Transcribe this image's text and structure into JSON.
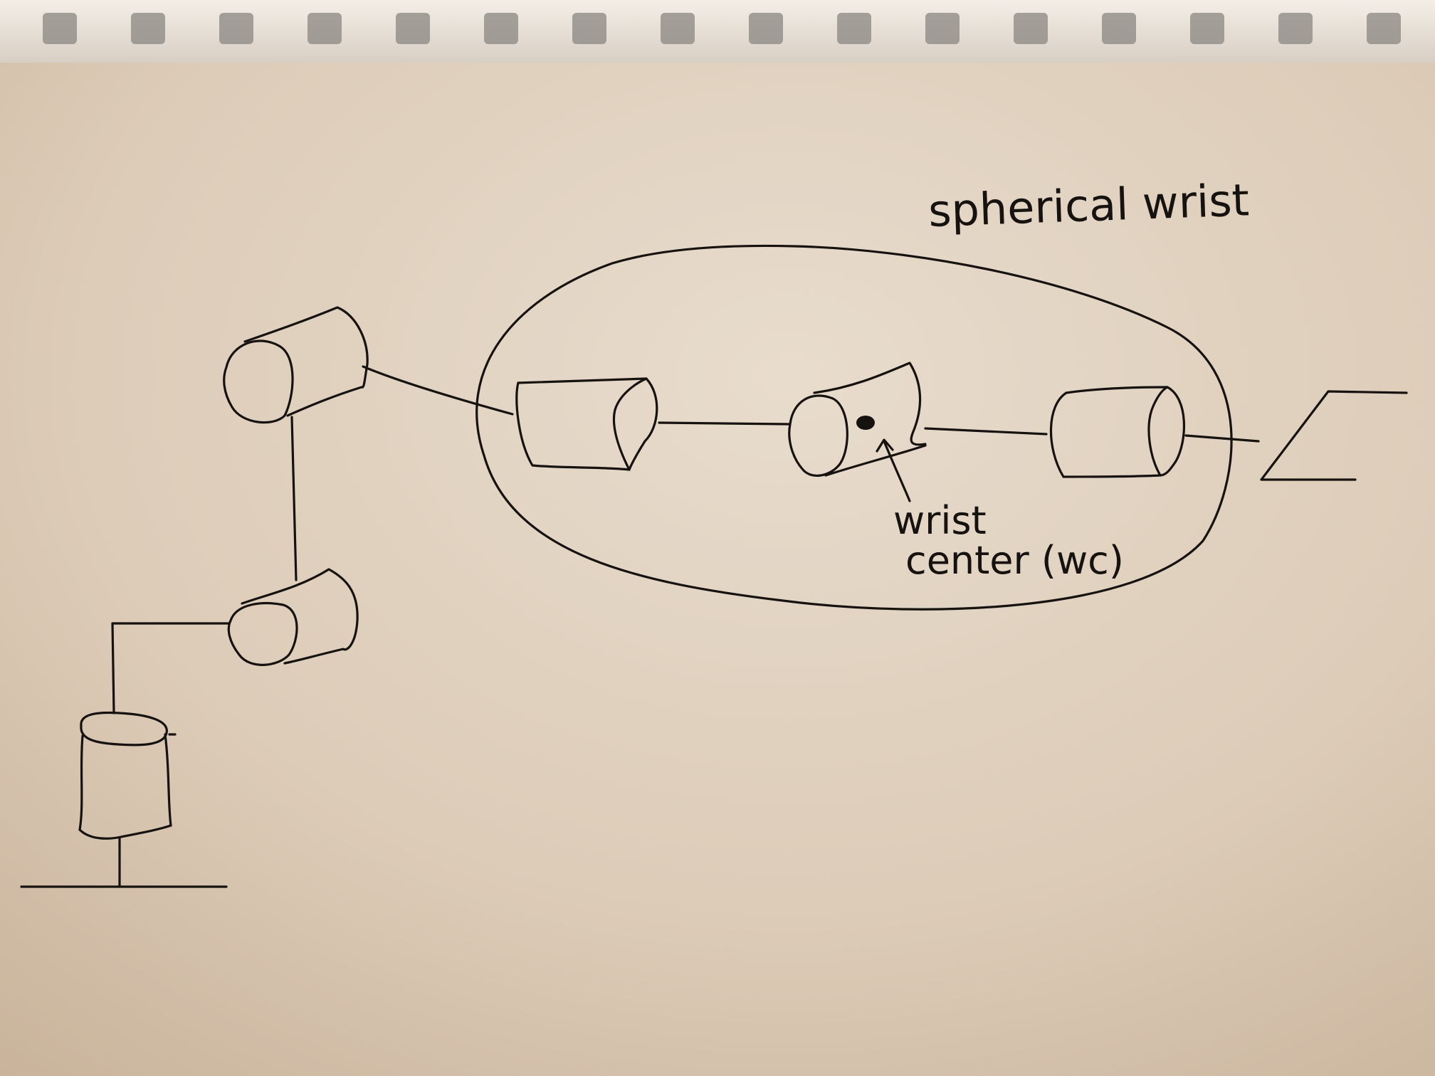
{
  "diagram": {
    "labels": {
      "spherical_wrist": "spherical wrist",
      "wrist_center_line1": "wrist",
      "wrist_center_line2": "center (wc)"
    },
    "colors": {
      "paper": "#d9c8b4",
      "ink": "#15120f",
      "binding_hole": "#8a8680"
    }
  }
}
